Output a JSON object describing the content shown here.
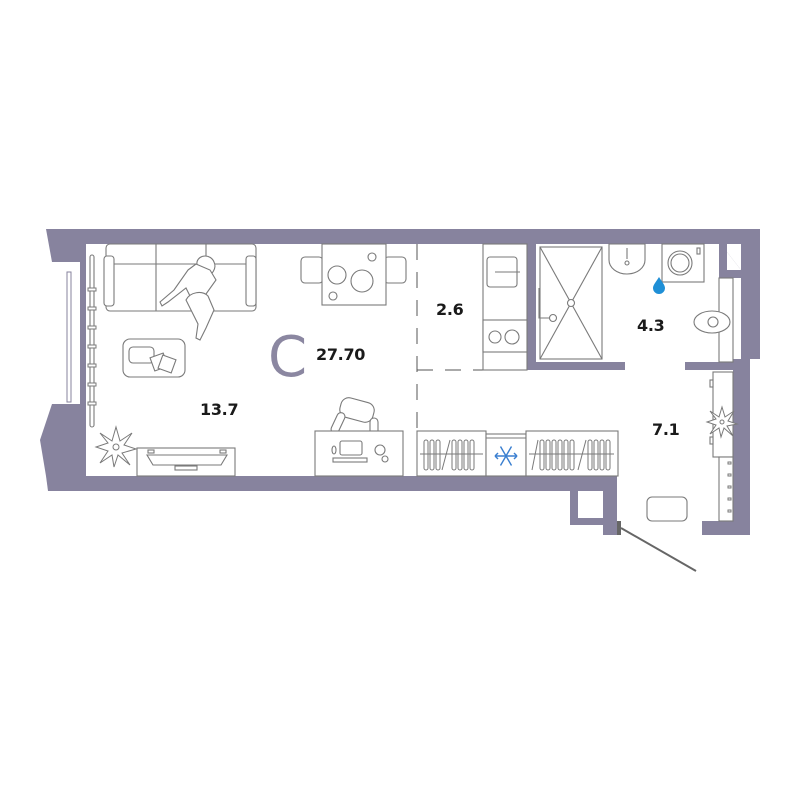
{
  "plan": {
    "apartment_type": "C",
    "total_area": "27.70",
    "rooms": [
      {
        "name": "living-room",
        "area": "13.7"
      },
      {
        "name": "kitchen",
        "area": "2.6"
      },
      {
        "name": "bathroom",
        "area": "4.3"
      },
      {
        "name": "hallway",
        "area": "7.1"
      }
    ],
    "colors": {
      "wall": "#87839e",
      "furniture_stroke": "#7a7a7a",
      "water_drop": "#1f8fd6",
      "freezer_icon": "#3a7fd0",
      "text": "#1a1a1a",
      "background": "#ffffff"
    },
    "icons": [
      "sofa-icon",
      "person-icon",
      "dining-table-icon",
      "coffee-table-icon",
      "tv-stand-icon",
      "plant-icon",
      "desk-icon",
      "office-chair-icon",
      "kitchen-sink-icon",
      "stove-icon",
      "shower-icon",
      "washbasin-icon",
      "washing-machine-icon",
      "water-drop-icon",
      "toilet-icon",
      "wardrobe-icon",
      "snowflake-icon",
      "ottoman-icon",
      "door-icon",
      "radiator-icon"
    ]
  }
}
